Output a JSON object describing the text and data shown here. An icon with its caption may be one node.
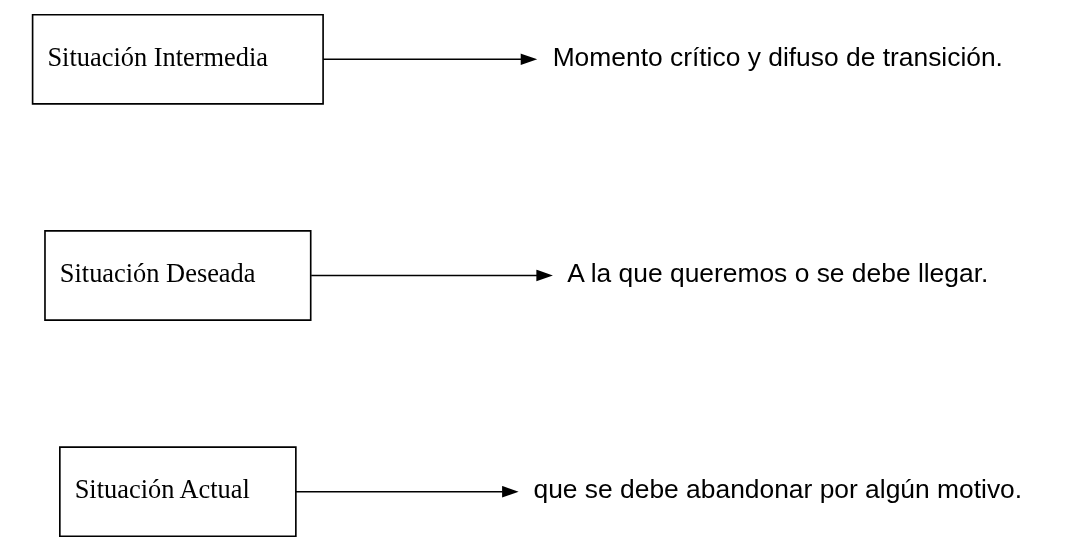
{
  "diagram": {
    "nodes": [
      {
        "text": [
          "Situación Actual"
        ]
      },
      {
        "text": [
          "que se debe abandonar por algún motivo."
        ]
      },
      {
        "text": [
          "Situación Deseada"
        ]
      },
      {
        "text": [
          "A la que queremos o se debe llegar."
        ]
      },
      {
        "text": [
          "Situación Intermedia"
        ]
      },
      {
        "text": [
          "Momento crítico y difuso de transición."
        ]
      }
    ],
    "edges": [
      {
        "from": 0,
        "to": 1,
        "arrow": "to"
      },
      {
        "from": 2,
        "to": 3,
        "arrow": "to"
      },
      {
        "from": 4,
        "to": 5,
        "arrow": "to"
      }
    ]
  }
}
